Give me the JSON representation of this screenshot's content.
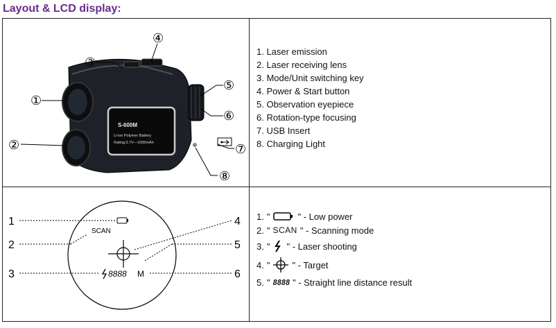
{
  "title": "Layout & LCD display:",
  "device": {
    "model_label": "S-600M",
    "battery_line1": "Li-ion Polymer Battery",
    "battery_line2": "Rating:3.7V—1000mAh"
  },
  "callouts": {
    "n1": "①",
    "n2": "②",
    "n3": "③",
    "n4": "④",
    "n5": "⑤",
    "n6": "⑥",
    "n7": "⑦",
    "n8": "⑧"
  },
  "parts": [
    "1. Laser emission",
    "2. Laser receiving lens",
    "3. Mode/Unit switching key",
    "4. Power & Start button",
    "5. Observation eyepiece",
    "6. Rotation-type focusing",
    "7. USB Insert",
    "8. Charging Light"
  ],
  "lcd": {
    "labels": [
      "1",
      "2",
      "3",
      "4",
      "5",
      "6"
    ],
    "scan": "SCAN",
    "distance": "8888",
    "unit": "M"
  },
  "lcd_legend": [
    {
      "num": "1.",
      "desc": "\" - Low power"
    },
    {
      "num": "2.",
      "glyph_text": "SCAN",
      "desc": "\" - Scanning mode"
    },
    {
      "num": "3.",
      "desc": "\"  -  Laser shooting"
    },
    {
      "num": "4.",
      "desc": "\" - Target"
    },
    {
      "num": "5.",
      "glyph_text": "8888",
      "desc": "\" - Straight line distance result"
    }
  ],
  "quote": "\""
}
